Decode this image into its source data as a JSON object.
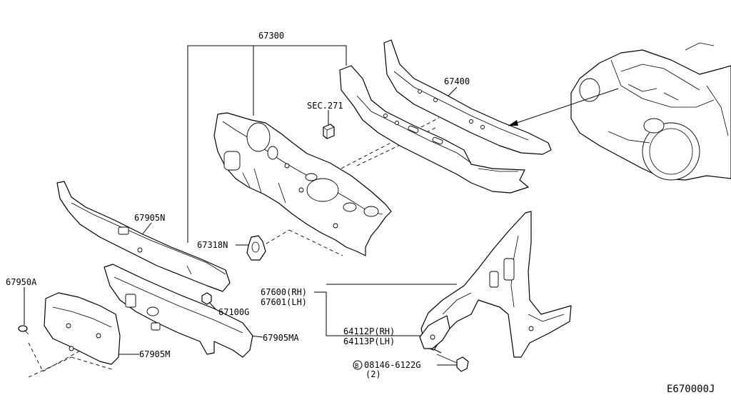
{
  "diagram_id": "E670000J",
  "parts": {
    "dash_panel": "67300",
    "cowl_top": "67400",
    "sec_ref": "SEC.271",
    "grommet": "67318N",
    "cowl_inner_upper": "67905N",
    "clip": "67100G",
    "cowl_inner_lower": "67905MA",
    "bracket": "67905M",
    "screw": "67950A",
    "hoodledge_rh": "67600(RH)",
    "hoodledge_lh": "67601(LH)",
    "reinf_rh": "64112P(RH)",
    "reinf_lh": "64113P(LH)",
    "bolt_marker": "B",
    "bolt": "08146-6122G",
    "bolt_qty": "(2)"
  }
}
